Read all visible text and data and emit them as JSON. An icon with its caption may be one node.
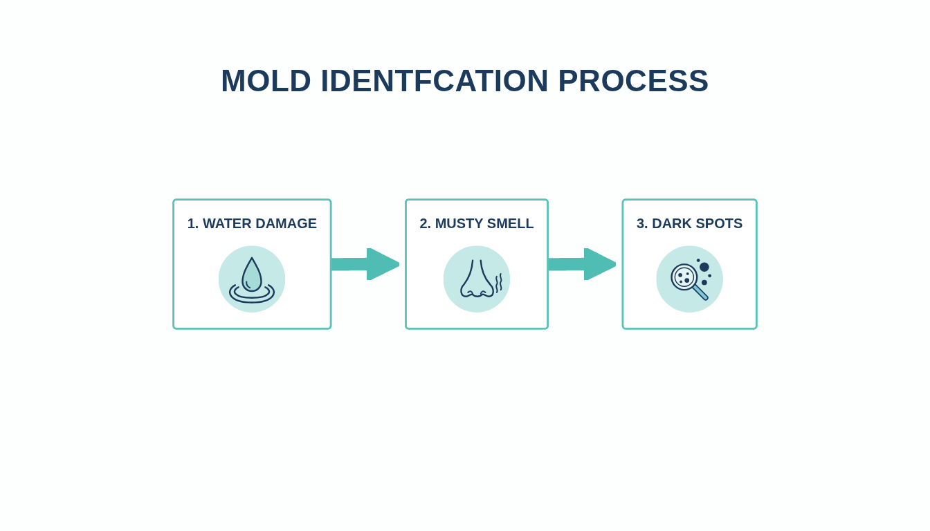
{
  "diagram": {
    "title": "MOLD IDENTFCATION PROCESS",
    "nodes": [
      {
        "text": [
          "1. WATER DAMAGE"
        ]
      },
      {
        "text": [
          "2. MUSTY SMELL"
        ]
      },
      {
        "text": [
          "3. DARK SPOTS"
        ]
      }
    ],
    "edges": [
      {
        "from": 0,
        "to": 1,
        "arrow": "to"
      },
      {
        "from": 1,
        "to": 2,
        "arrow": "to"
      }
    ]
  }
}
